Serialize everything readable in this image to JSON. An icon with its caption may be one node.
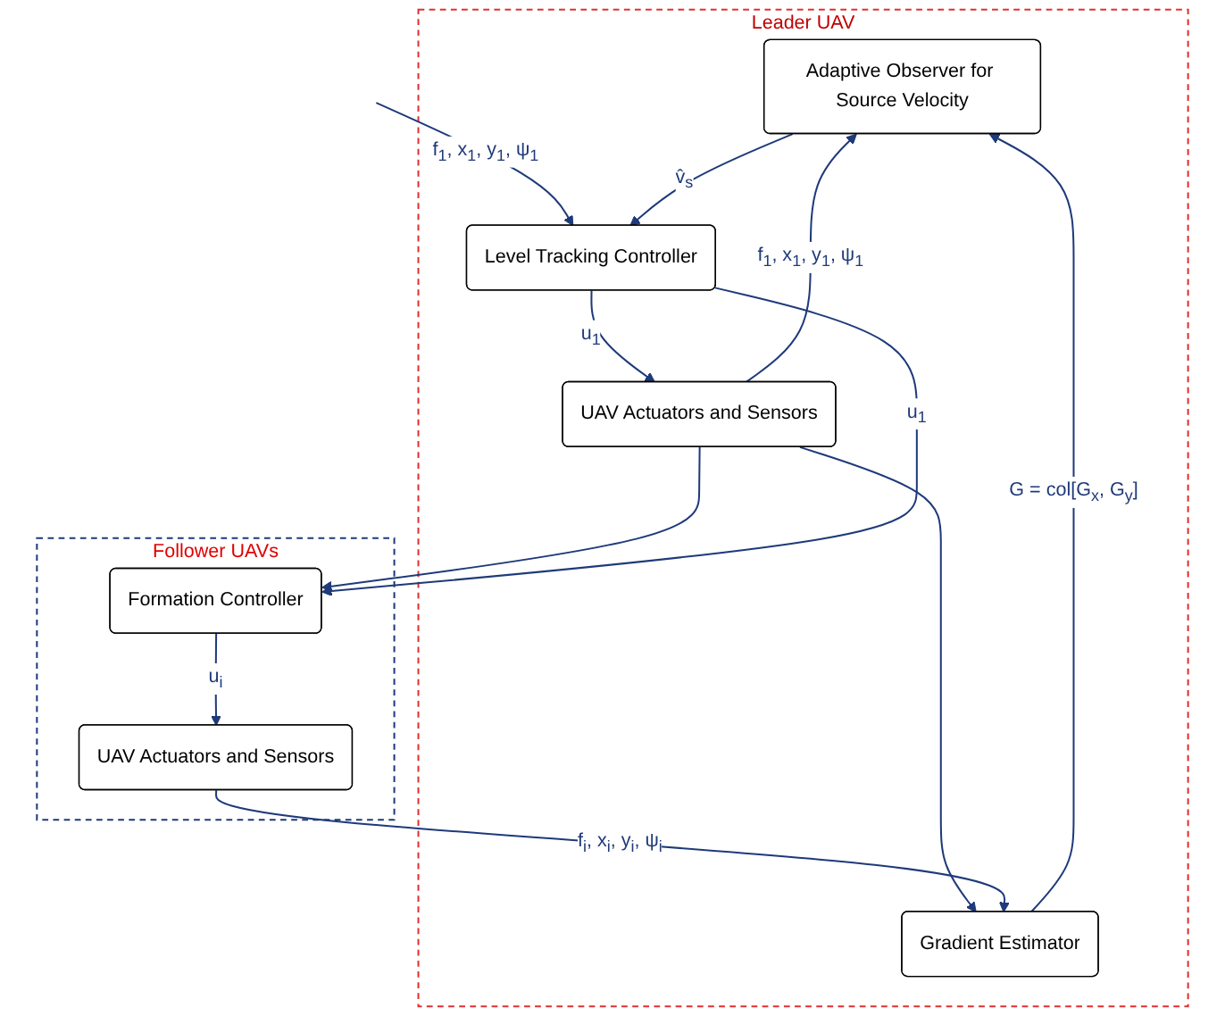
{
  "diagram": {
    "nodes": [
      {
        "text": [
          "Leader UAV"
        ]
      },
      {
        "text": [
          "Adaptive Observer for Source Velocity"
        ],
        "in": 0
      },
      {
        "text": [
          "Gradient Estimator"
        ],
        "in": 0
      },
      {
        "text": [
          "Level Tracking Controller"
        ],
        "in": 0
      },
      {
        "text": [
          "UAV Actuators and Sensors"
        ],
        "in": 0
      },
      {
        "text": [
          "Follower UAVs"
        ]
      },
      {
        "text": [
          "Formation Controller"
        ],
        "in": 5
      },
      {
        "text": [
          "UAV Actuators and Sensors"
        ],
        "in": 5
      }
    ],
    "edges": [
      {
        "from": null,
        "to": 3,
        "arrow": "to",
        "label": "f$_{1}$, x$_{1}$, y$_{1}$, ψ$_{1}$"
      },
      {
        "from": 2,
        "to": 1,
        "arrow": "to",
        "label": "G = col[G$_{x}$, G$_{y}$]"
      },
      {
        "from": 1,
        "to": 3,
        "arrow": "to",
        "label": "v̂$_{s}$"
      },
      {
        "from": 3,
        "to": 4,
        "arrow": "to",
        "label": "u$_{1}$"
      },
      {
        "from": 4,
        "to": 1,
        "arrow": "to",
        "label": "f$_{1}$, x$_{1}$, y$_{1}$, ψ$_{1}$"
      },
      {
        "from": 4,
        "to": 2,
        "arrow": "to"
      },
      {
        "from": 4,
        "to": 6,
        "arrow": "to"
      },
      {
        "from": 3,
        "to": 6,
        "arrow": "to",
        "label": "u$_{1}$"
      },
      {
        "from": 6,
        "to": 7,
        "arrow": "to",
        "label": "u$_{i}$"
      },
      {
        "from": 7,
        "to": 2,
        "arrow": "to",
        "label": "f$_{i}$, x$_{i}$, y$_{i}$, ψ$_{i}$"
      }
    ]
  }
}
